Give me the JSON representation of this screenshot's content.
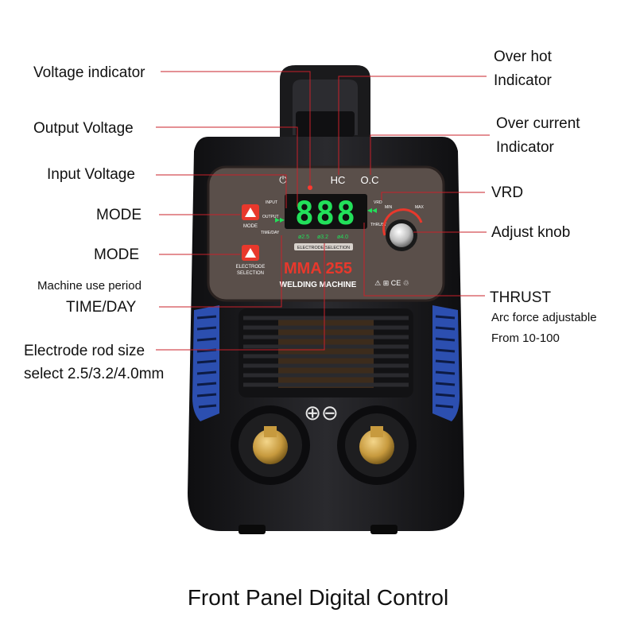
{
  "callouts_left": {
    "voltage_indicator": "Voltage indicator",
    "output_voltage": "Output Voltage",
    "input_voltage": "Input Voltage",
    "mode_1": "MODE",
    "mode_2": "MODE",
    "machine_use_period": "Machine use period",
    "time_day": "TIME/DAY",
    "electrode_rod_size": "Electrode rod size",
    "electrode_select": "select 2.5/3.2/4.0mm"
  },
  "callouts_right": {
    "over_hot_line1": "Over hot",
    "over_hot_line2": "Indicator",
    "over_current_line1": "Over current",
    "over_current_line2": "Indicator",
    "vrd": "VRD",
    "adjust_knob": "Adjust knob",
    "thrust": "THRUST",
    "arc_force": "Arc force adjustable",
    "arc_range": "From 10-100"
  },
  "panel": {
    "hc": "HC",
    "oc": "O.C",
    "display": "888",
    "input": "INPUT",
    "output": "OUTPUT",
    "time_day": "TIME/DAY",
    "mode_btn": "MODE",
    "electrode_btn_1": "ELECTRODE",
    "electrode_btn_2": "SELECTION",
    "rod_25": "ø2.5",
    "rod_32": "ø3.2",
    "rod_40": "ø4.0",
    "electrode_selection_bar": "ELECTRODE SELECTION",
    "model": "MMA 255",
    "subtitle": "WELDING MACHINE",
    "vrd": "VRD",
    "min": "MIN",
    "max": "MAX",
    "thrust": "THRUST",
    "cert_marks": "⚠ ⊞ CE ♲",
    "terminals": "⊕⊖"
  },
  "caption": "Front Panel Digital Control",
  "colors": {
    "display_green": "#22e05a",
    "model_red": "#e8382c",
    "callout_red": "#c8202a",
    "panel_bg": "#5a4f4a",
    "body_dark": "#1c1c1e",
    "vent_blue": "#2c4fb0",
    "brass": "#c79a3e"
  }
}
